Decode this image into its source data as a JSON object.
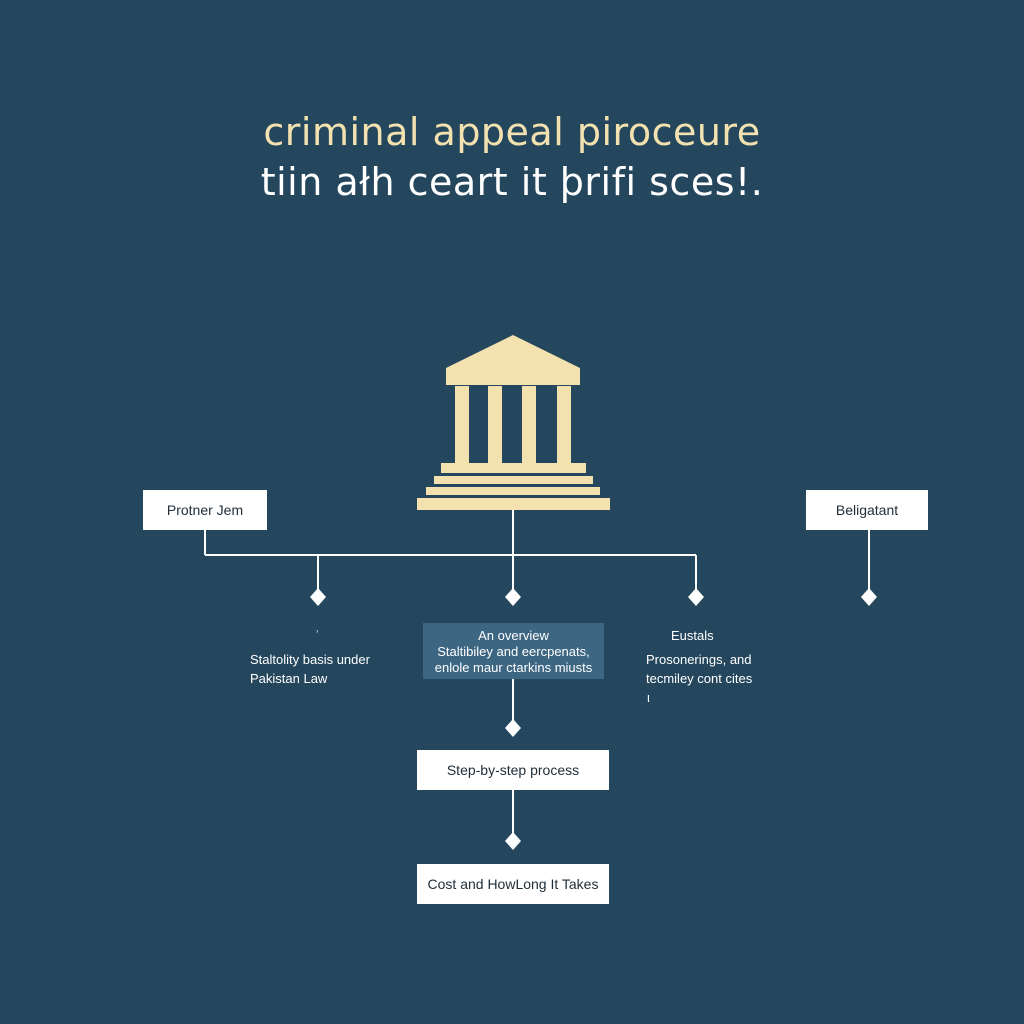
{
  "title": {
    "line1": "criminal appeal piroceure",
    "line2": "tiin ałh ceart it þrifi sces!."
  },
  "diagram": {
    "left_box": "Protner Jem",
    "right_box": "Beligatant",
    "left_branch": {
      "tick": "ʾ",
      "lines": [
        "Staltolity basis under",
        "Pakistan Law"
      ]
    },
    "center_branch": {
      "lines": [
        "An overview",
        "Staltibiley and eercpenats,",
        "enlole maur ctarkins miusts"
      ]
    },
    "right_branch": {
      "heading": "Eustals",
      "lines": [
        "Prosonerings, and",
        "tecmiley cont cites"
      ],
      "tick": "ι"
    },
    "step_box": "Step-by-step process",
    "cost_box": "Cost and HowLong It Takes"
  },
  "colors": {
    "background": "#25475e",
    "title_primary": "#f3e2b0",
    "title_secondary": "#ffffff",
    "courthouse": "#f3e2b0",
    "connector": "#ffffff",
    "overview_fill": "#3d6683"
  },
  "icons": {
    "courthouse": "courthouse-icon"
  }
}
